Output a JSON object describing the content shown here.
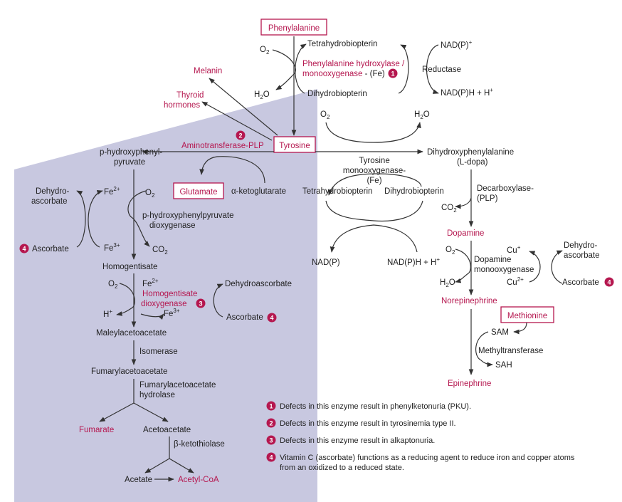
{
  "compounds": {
    "phenylalanine": "Phenylalanine",
    "tyrosine": "Tyrosine",
    "glutamate": "Glutamate",
    "methionine": "Methionine",
    "melanin": "Melanin",
    "thyroid_1": "Thyroid",
    "thyroid_2": "hormones",
    "hpp_1": "p-hydroxyphenyl-",
    "hpp_2": "pyruvate",
    "akg": "α-ketoglutarate",
    "homogentisate": "Homogentisate",
    "maleylacetoacetate": "Maleylacetoacetate",
    "fumarylacetoacetate": "Fumarylacetoacetate",
    "fumarate": "Fumarate",
    "acetoacetate": "Acetoacetate",
    "acetate": "Acetate",
    "acetyl_coa": "Acetyl-CoA",
    "dopa_1": "Dihydroxyphenylalanine",
    "dopa_2": "(L-dopa)",
    "dopamine": "Dopamine",
    "norepinephrine": "Norepinephrine",
    "epinephrine": "Epinephrine"
  },
  "cofactors": {
    "o2": "O",
    "o2_sub": "2",
    "h2o_h": "H",
    "h2o_sub": "2",
    "h2o_o": "O",
    "co2": "CO",
    "co2_sub": "2",
    "thb": "Tetrahydrobiopterin",
    "dhb": "Dihydrobiopterin",
    "nadp_plus": "NAD(P)",
    "nadp_plus_sup": "+",
    "nadph": "NAD(P)H + H",
    "nadph_sup": "+",
    "nadp": "NAD(P)",
    "fe": "Fe",
    "fe2_sup": "2+",
    "fe3_sup": "3+",
    "cu": "Cu",
    "cu_sup": "+",
    "cu2_sup": "2+",
    "hplus": "H",
    "hplus_sup": "+",
    "dehydroascorbate": "Dehydroascorbate",
    "dehydro_1": "Dehydro-",
    "dehydro_2": "ascorbate",
    "ascorbate": "Ascorbate",
    "sam": "SAM",
    "sah": "SAH"
  },
  "enzymes": {
    "pah_1": "Phenylalanine hydroxylase /",
    "pah_2": "monooxygenase",
    "pah_fe": " - (Fe)",
    "reductase": "Reductase",
    "aminotransferase": "Aminotransferase-PLP",
    "hppd_1": "p-hydroxyphenylpyruvate",
    "hppd_2": "dioxygenase",
    "hgd_1": "Homogentisate",
    "hgd_2": "dioxygenase",
    "isomerase": "Isomerase",
    "fah_1": "Fumarylacetoacetate",
    "fah_2": "hydrolase",
    "thiolase": "β-ketothiolase",
    "th_1": "Tyrosine",
    "th_2": "monooxygenase-",
    "th_3": "(Fe)",
    "ddc_1": "Decarboxylase-",
    "ddc_2": "(PLP)",
    "dbh_1": "Dopamine",
    "dbh_2": "monooxygenase",
    "mt": "Methyltransferase"
  },
  "markers": {
    "m1": "1",
    "m2": "2",
    "m3": "3",
    "m4": "4"
  },
  "legend": {
    "l1": "Defects in this enzyme result in phenylketonuria (PKU).",
    "l2": "Defects in this enzyme result in tyrosinemia type II.",
    "l3": "Defects in this enzyme result in alkaptonuria.",
    "l4a": "Vitamin C (ascorbate) functions as a reducing agent to reduce iron and copper atoms",
    "l4b": "from an oxidized to a reduced state."
  },
  "colors": {
    "accent": "#b5174f",
    "panel": "#c8c8e0",
    "line": "#333333"
  }
}
